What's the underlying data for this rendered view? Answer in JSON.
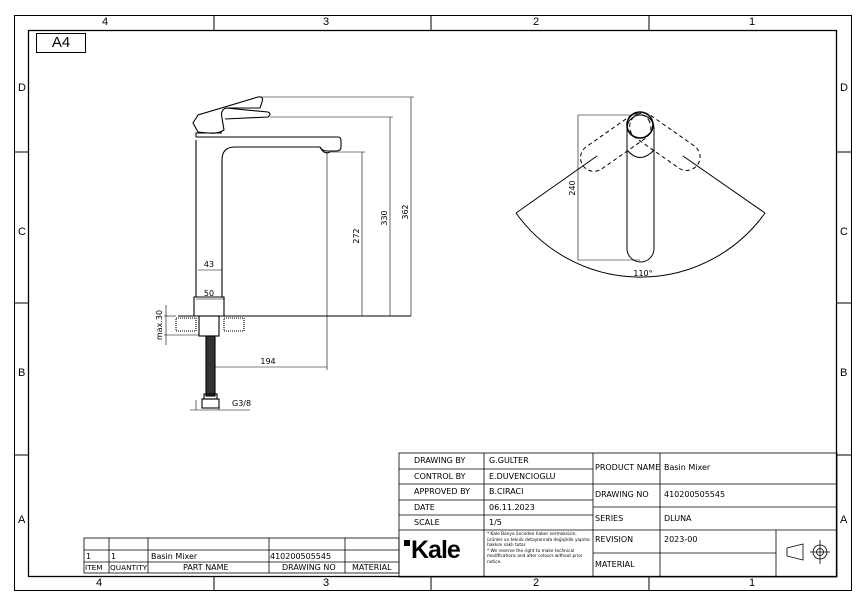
{
  "sheet": {
    "size": "A4",
    "columns": [
      "4",
      "3",
      "2",
      "1"
    ],
    "rows": [
      "D",
      "C",
      "B",
      "A"
    ]
  },
  "dimensions": {
    "height_total": "362",
    "height_lever": "330",
    "height_spout": "272",
    "reach": "194",
    "body_width": "43",
    "base_width": "50",
    "max_counter": "max.30",
    "thread": "G3/8",
    "lever_length": "240",
    "swing_angle": "110°"
  },
  "title_block": {
    "drawing_by_label": "DRAWING BY",
    "drawing_by": "G.GULTER",
    "control_by_label": "CONTROL BY",
    "control_by": "E.DUVENCIOGLU",
    "approved_by_label": "APPROVED BY",
    "approved_by": "B.CIRACI",
    "date_label": "DATE",
    "date": "06.11.2023",
    "scale_label": "SCALE",
    "scale": "1/5",
    "product_name_label": "PRODUCT NAME",
    "product_name": "Basin Mixer",
    "drawing_no_label": "DRAWING NO",
    "drawing_no": "410200505545",
    "series_label": "SERIES",
    "series": "DLUNA",
    "revision_label": "REVISION",
    "revision": "2023-00",
    "material_label": "MATERIAL",
    "material": "",
    "logo": "Kale",
    "note_tr": "*     Kale Banyo önceden haber vermeksizin, ürünler ve teknik detaylarında değişiklik yapma hakkını saklı tutar.",
    "note_en": "*     We reserve the right to make technical modifications and alter colours without prior notice."
  },
  "parts_list": {
    "headers": [
      "ITEM",
      "QUANTITY",
      "PART NAME",
      "DRAWING NO",
      "MATERIAL"
    ],
    "rows": [
      [
        "1",
        "1",
        "Basin Mixer",
        "410200505545",
        ""
      ]
    ]
  }
}
